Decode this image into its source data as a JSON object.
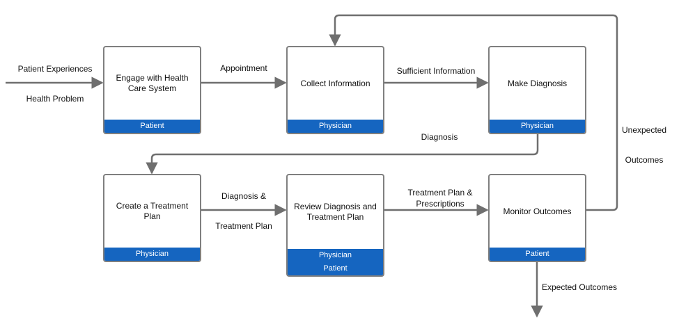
{
  "nodes": {
    "engage": {
      "title": "Engage with Health Care System",
      "roles": [
        "Patient"
      ]
    },
    "collect": {
      "title": "Collect Information",
      "roles": [
        "Physician"
      ]
    },
    "diagnose": {
      "title": "Make Diagnosis",
      "roles": [
        "Physician"
      ]
    },
    "treatment_plan": {
      "title": "Create a Treatment Plan",
      "roles": [
        "Physician"
      ]
    },
    "review": {
      "title": "Review Diagnosis and Treatment Plan",
      "roles": [
        "Physician",
        "Patient"
      ]
    },
    "monitor": {
      "title": "Monitor Outcomes",
      "roles": [
        "Patient"
      ]
    }
  },
  "edge_labels": {
    "start_line1": "Patient Experiences",
    "start_line2": "Health Problem",
    "appointment": "Appointment",
    "sufficient_info": "Sufficient Information",
    "diagnosis": "Diagnosis",
    "diag_treat_line1": "Diagnosis &",
    "diag_treat_line2": "Treatment Plan",
    "plan_rx_line1": "Treatment Plan &",
    "plan_rx_line2": "Prescriptions",
    "unexpected_line1": "Unexpected",
    "unexpected_line2": "Outcomes",
    "expected": "Expected Outcomes"
  }
}
